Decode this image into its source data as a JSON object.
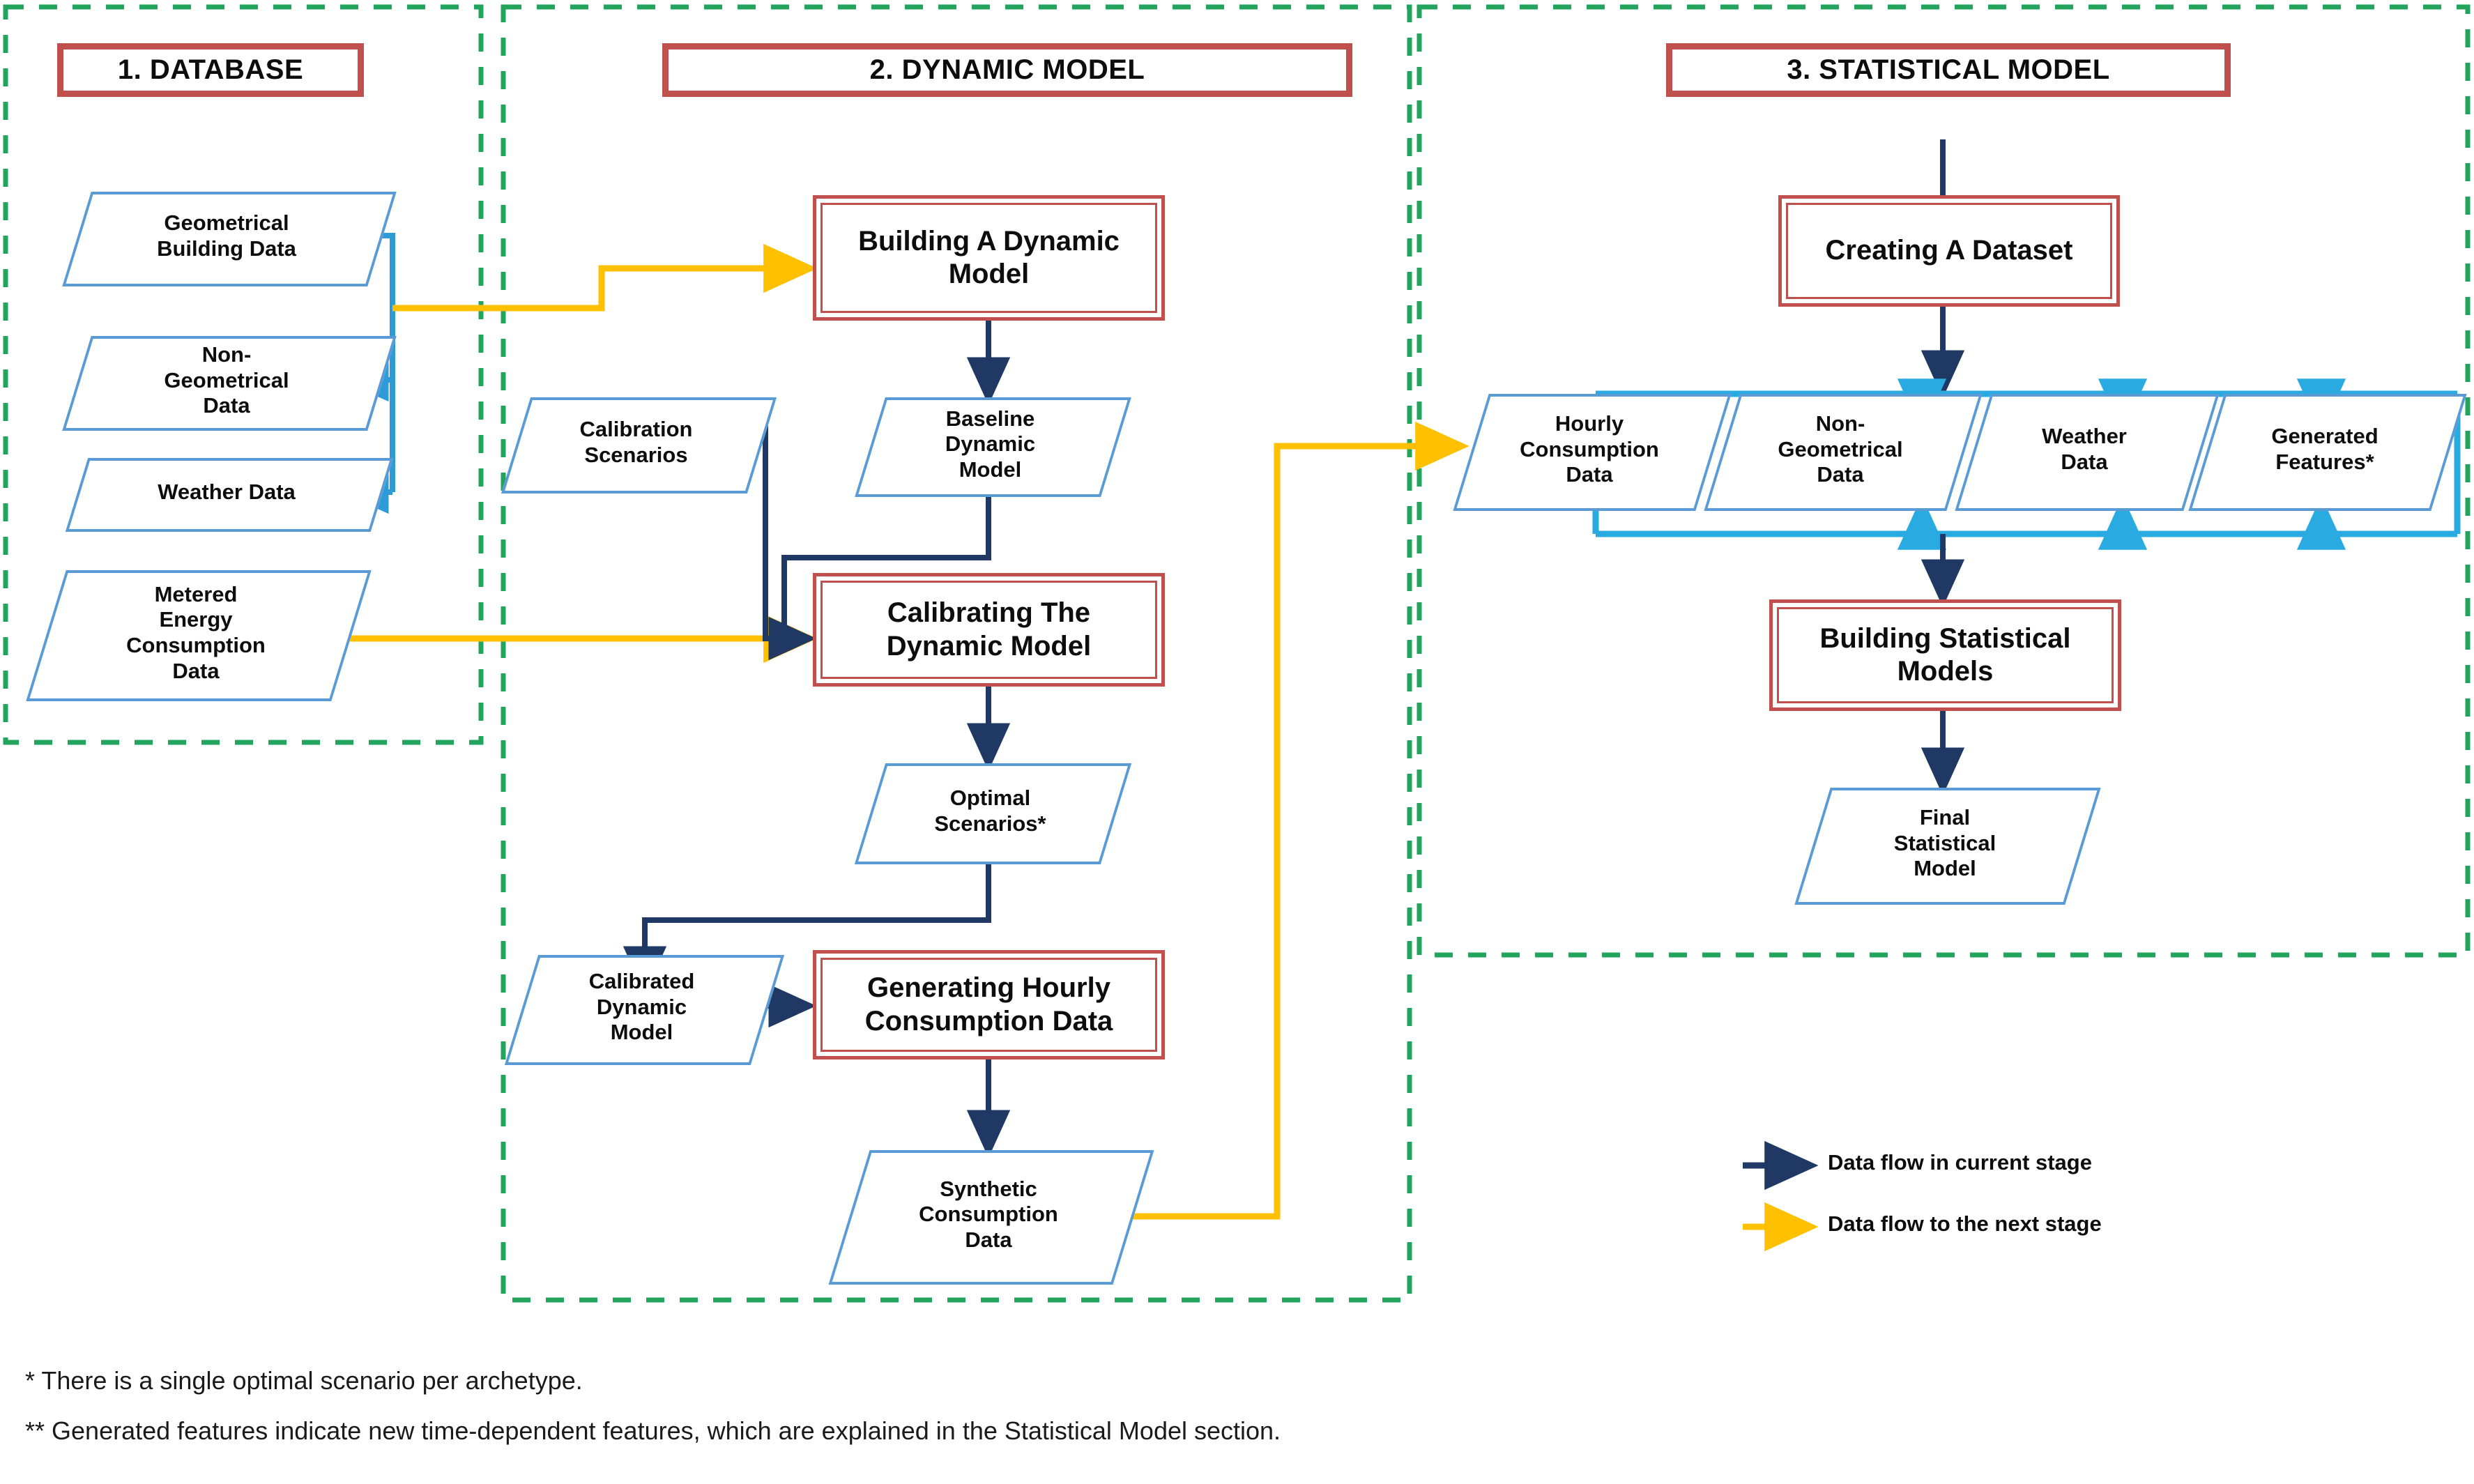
{
  "colors": {
    "stage_border": "#C0504D",
    "process_border": "#C0504D",
    "data_border": "#5B9BD5",
    "container_dash": "#22A45D",
    "flow_current": "#1F3864",
    "flow_next": "#FFC000",
    "bus_blue": "#29ABE2"
  },
  "stages": [
    {
      "id": "database",
      "title": "1. DATABASE"
    },
    {
      "id": "dynamic",
      "title": "2. DYNAMIC MODEL"
    },
    {
      "id": "statistical",
      "title": "3. STATISTICAL MODEL"
    }
  ],
  "database": {
    "nodes": [
      {
        "id": "geometrical-building-data",
        "label": "Geometrical\nBuilding Data",
        "type": "data"
      },
      {
        "id": "non-geometrical-data",
        "label": "Non-\nGeometrical\nData",
        "type": "data"
      },
      {
        "id": "weather-data",
        "label": "Weather Data",
        "type": "data"
      },
      {
        "id": "metered-energy-consumption-data",
        "label": "Metered\nEnergy\nConsumption\nData",
        "type": "data"
      }
    ]
  },
  "dynamic": {
    "nodes": [
      {
        "id": "building-a-dynamic-model",
        "label": "Building A Dynamic\nModel",
        "type": "process"
      },
      {
        "id": "baseline-dynamic-model",
        "label": "Baseline\nDynamic\nModel",
        "type": "data"
      },
      {
        "id": "calibration-scenarios",
        "label": "Calibration\nScenarios",
        "type": "data"
      },
      {
        "id": "calibrating-the-dynamic-model",
        "label": "Calibrating The\nDynamic Model",
        "type": "process"
      },
      {
        "id": "optimal-scenarios",
        "label": "Optimal\nScenarios*",
        "type": "data"
      },
      {
        "id": "calibrated-dynamic-model",
        "label": "Calibrated\nDynamic\nModel",
        "type": "data"
      },
      {
        "id": "generating-hourly-consumption-data",
        "label": "Generating Hourly\nConsumption Data",
        "type": "process"
      },
      {
        "id": "synthetic-consumption-data",
        "label": "Synthetic\nConsumption\nData",
        "type": "data"
      }
    ]
  },
  "statistical": {
    "nodes": [
      {
        "id": "creating-a-dataset",
        "label": "Creating A Dataset",
        "type": "process"
      },
      {
        "id": "hourly-consumption-data",
        "label": "Hourly\nConsumption\nData",
        "type": "data"
      },
      {
        "id": "non-geometrical-data-2",
        "label": "Non-\nGeometrical\nData",
        "type": "data"
      },
      {
        "id": "weather-data-2",
        "label": "Weather\nData",
        "type": "data"
      },
      {
        "id": "generated-features",
        "label": "Generated\nFeatures*",
        "type": "data"
      },
      {
        "id": "building-statistical-models",
        "label": "Building Statistical\nModels",
        "type": "process"
      },
      {
        "id": "final-statistical-model",
        "label": "Final\nStatistical\nModel",
        "type": "data"
      }
    ]
  },
  "legend": [
    {
      "id": "flow-current-stage",
      "label": "Data flow in current stage",
      "color": "#1F3864"
    },
    {
      "id": "flow-next-stage",
      "label": "Data flow to the next stage",
      "color": "#FFC000"
    }
  ],
  "footnotes": [
    "* There is a single optimal scenario per archetype.",
    "** Generated features indicate new time-dependent features, which are explained in the Statistical Model section."
  ]
}
